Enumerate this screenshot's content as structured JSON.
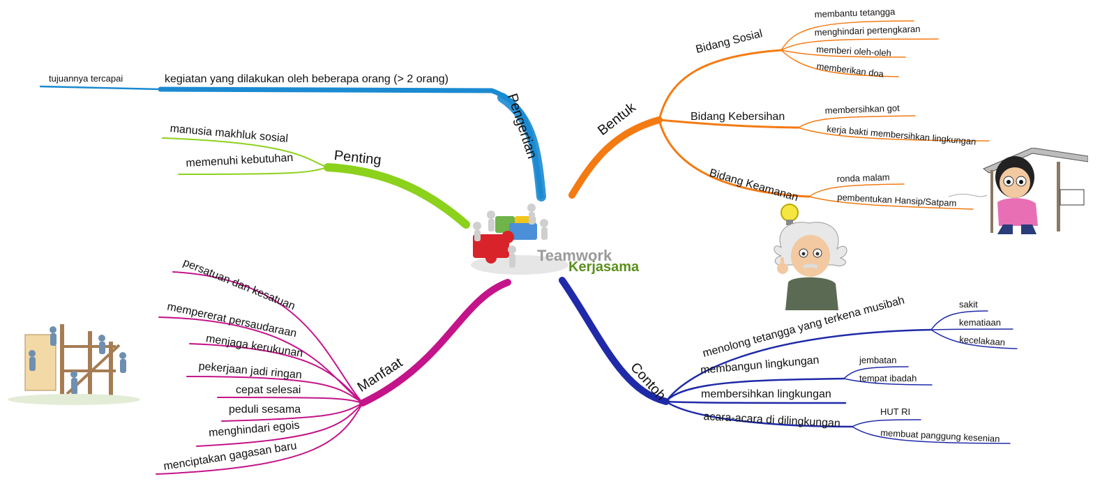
{
  "center": {
    "brand": "Teamwork",
    "title": "Kerjasama"
  },
  "colors": {
    "pengertian": "#1b8ad1",
    "penting": "#8cd11b",
    "manfaat": "#c4148a",
    "bentuk": "#f47a12",
    "contoh": "#1f2aa8"
  },
  "pengertian": {
    "title": "Pengertian",
    "items": [
      "kegiatan yang dilakukan oleh beberapa orang (> 2 orang)",
      "tujuannya tercapai"
    ]
  },
  "penting": {
    "title": "Penting",
    "items": [
      "manusia makhluk sosial",
      "memenuhi kebutuhan"
    ]
  },
  "manfaat": {
    "title": "Manfaat",
    "items": [
      "persatuan dan kesatuan",
      "mempererat persaudaraan",
      "menjaga kerukunan",
      "pekerjaan jadi ringan",
      "cepat selesai",
      "peduli sesama",
      "menghindari egois",
      "menciptakan gagasan baru"
    ]
  },
  "bentuk": {
    "title": "Bentuk",
    "sosial": {
      "title": "Bidang Sosial",
      "items": [
        "membantu tetangga",
        "menghindari pertengkaran",
        "memberi oleh-oleh",
        "memberikan doa"
      ]
    },
    "kebersihan": {
      "title": "Bidang Kebersihan",
      "items": [
        "membersihkan got",
        "kerja bakti membersihkan lingkungan"
      ]
    },
    "keamanan": {
      "title": "Bidang Keamanan",
      "items": [
        "ronda malam",
        "pembentukan Hansip/Satpam"
      ]
    }
  },
  "contoh": {
    "title": "Contoh",
    "musibah": {
      "title": "menolong tetangga yang terkena musibah",
      "items": [
        "sakit",
        "kematiaan",
        "kecelakaan"
      ]
    },
    "membangun": {
      "title": "membangun lingkungan",
      "items": [
        "jembatan",
        "tempat ibadah"
      ]
    },
    "membersihkan": {
      "title": "membersihkan lingkungan"
    },
    "acara": {
      "title": "acara-acara di dilingkungan",
      "items": [
        "HUT RI",
        "membuat panggung kesenian"
      ]
    }
  },
  "images": {
    "puzzle": "puzzle-teamwork-icon",
    "einstein": "einstein-idea-icon",
    "ronda": "ronda-guard-icon",
    "workers": "construction-workers-icon"
  }
}
